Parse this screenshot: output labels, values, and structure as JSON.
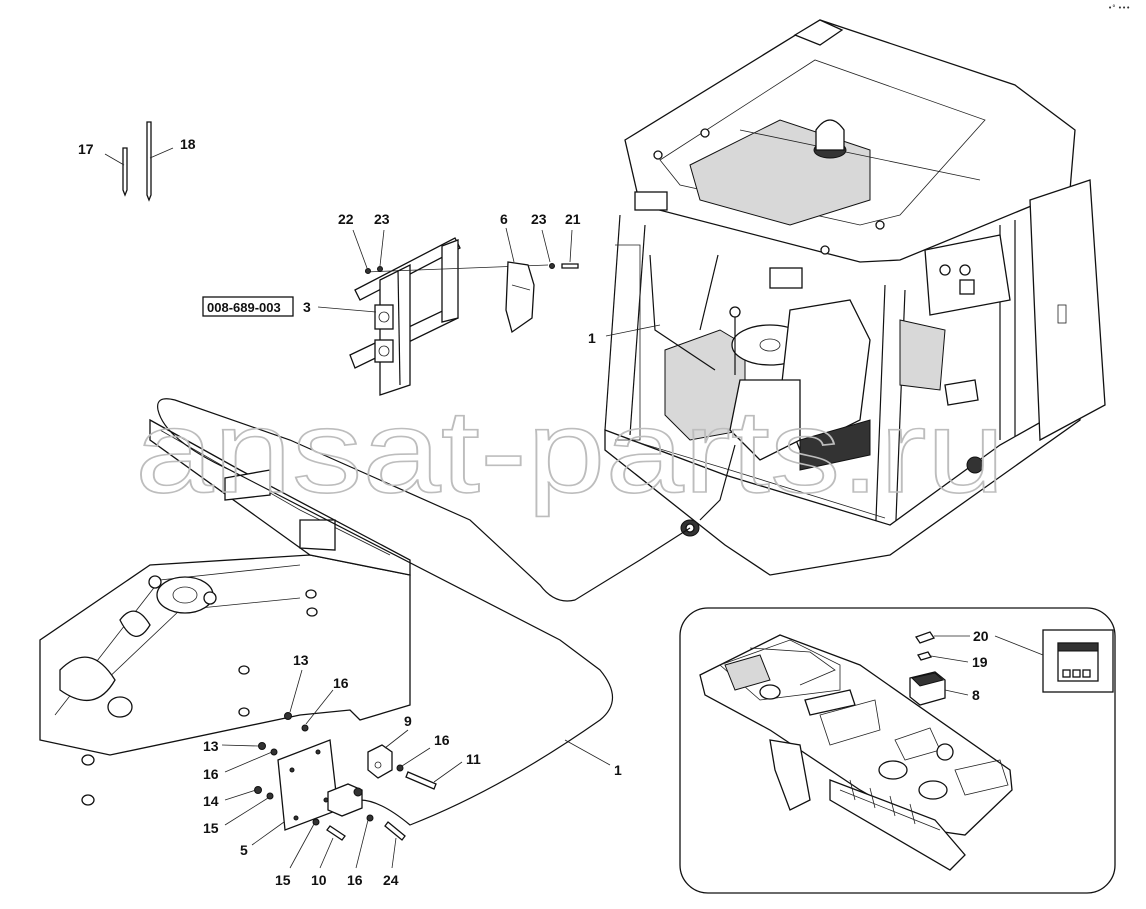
{
  "corner_mark": "•° •••",
  "watermark": "ansat-parts.ru",
  "reference_code": "008-689-003",
  "callouts": {
    "c17": "17",
    "c18": "18",
    "c22": "22",
    "c23a": "23",
    "c6": "6",
    "c23b": "23",
    "c21": "21",
    "c3": "3",
    "c1a": "1",
    "c13a": "13",
    "c16a": "16",
    "c9": "9",
    "c16b": "16",
    "c11": "11",
    "c1b": "1",
    "c13b": "13",
    "c16c": "16",
    "c14": "14",
    "c15a": "15",
    "c5": "5",
    "c15b": "15",
    "c10": "10",
    "c16d": "16",
    "c24": "24",
    "c20": "20",
    "c19": "19",
    "c8": "8"
  },
  "colors": {
    "line": "#111111",
    "watermark": "#bdbdbd",
    "background": "#ffffff"
  }
}
